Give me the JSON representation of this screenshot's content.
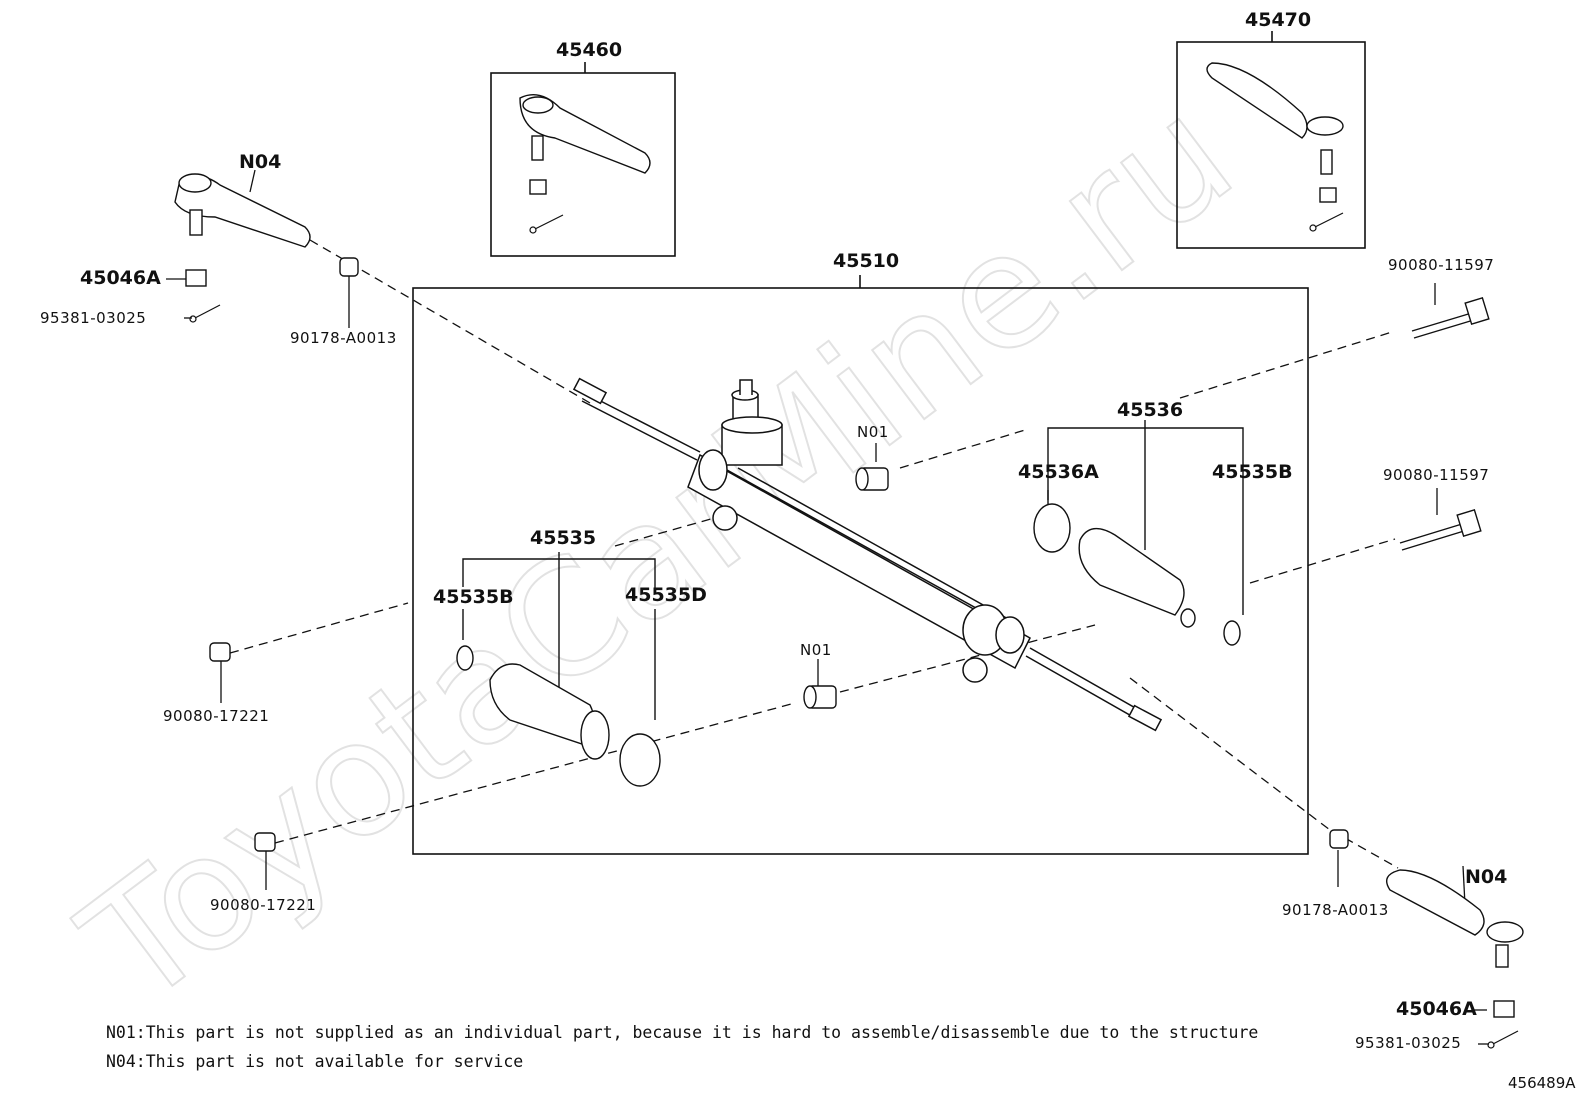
{
  "diagram": {
    "callouts": {
      "tie_rod_box_left": "45460",
      "tie_rod_box_right": "45470",
      "rack_assembly": "45510",
      "tie_rod_end_left": "N04",
      "tie_rod_end_right": "N04",
      "nut_left": "45046A",
      "nut_right": "45046A",
      "cotter_pin_left": "95381-03025",
      "cotter_pin_right": "95381-03025",
      "nut_a0013_left": "90178-A0013",
      "nut_a0013_right": "90178-A0013",
      "bolt_upper_1": "90080-11597",
      "bolt_upper_2": "90080-11597",
      "nut_17221_upper": "90080-17221",
      "nut_17221_lower": "90080-17221",
      "bushing_upper": "N01",
      "bushing_lower": "N01",
      "boot_kit_left": "45535",
      "boot_kit_right": "45536",
      "clip_left": "45535B",
      "clip_right": "45535B",
      "clamp_left": "45535D",
      "clamp_right": "45536A"
    },
    "notes": [
      "N01:This part is not supplied as an individual part, because it is hard to assemble/disassemble due to the structure",
      "N04:This part is not available for service"
    ],
    "figure_code": "456489A",
    "watermark": "ToyotaCarMine.ru"
  }
}
